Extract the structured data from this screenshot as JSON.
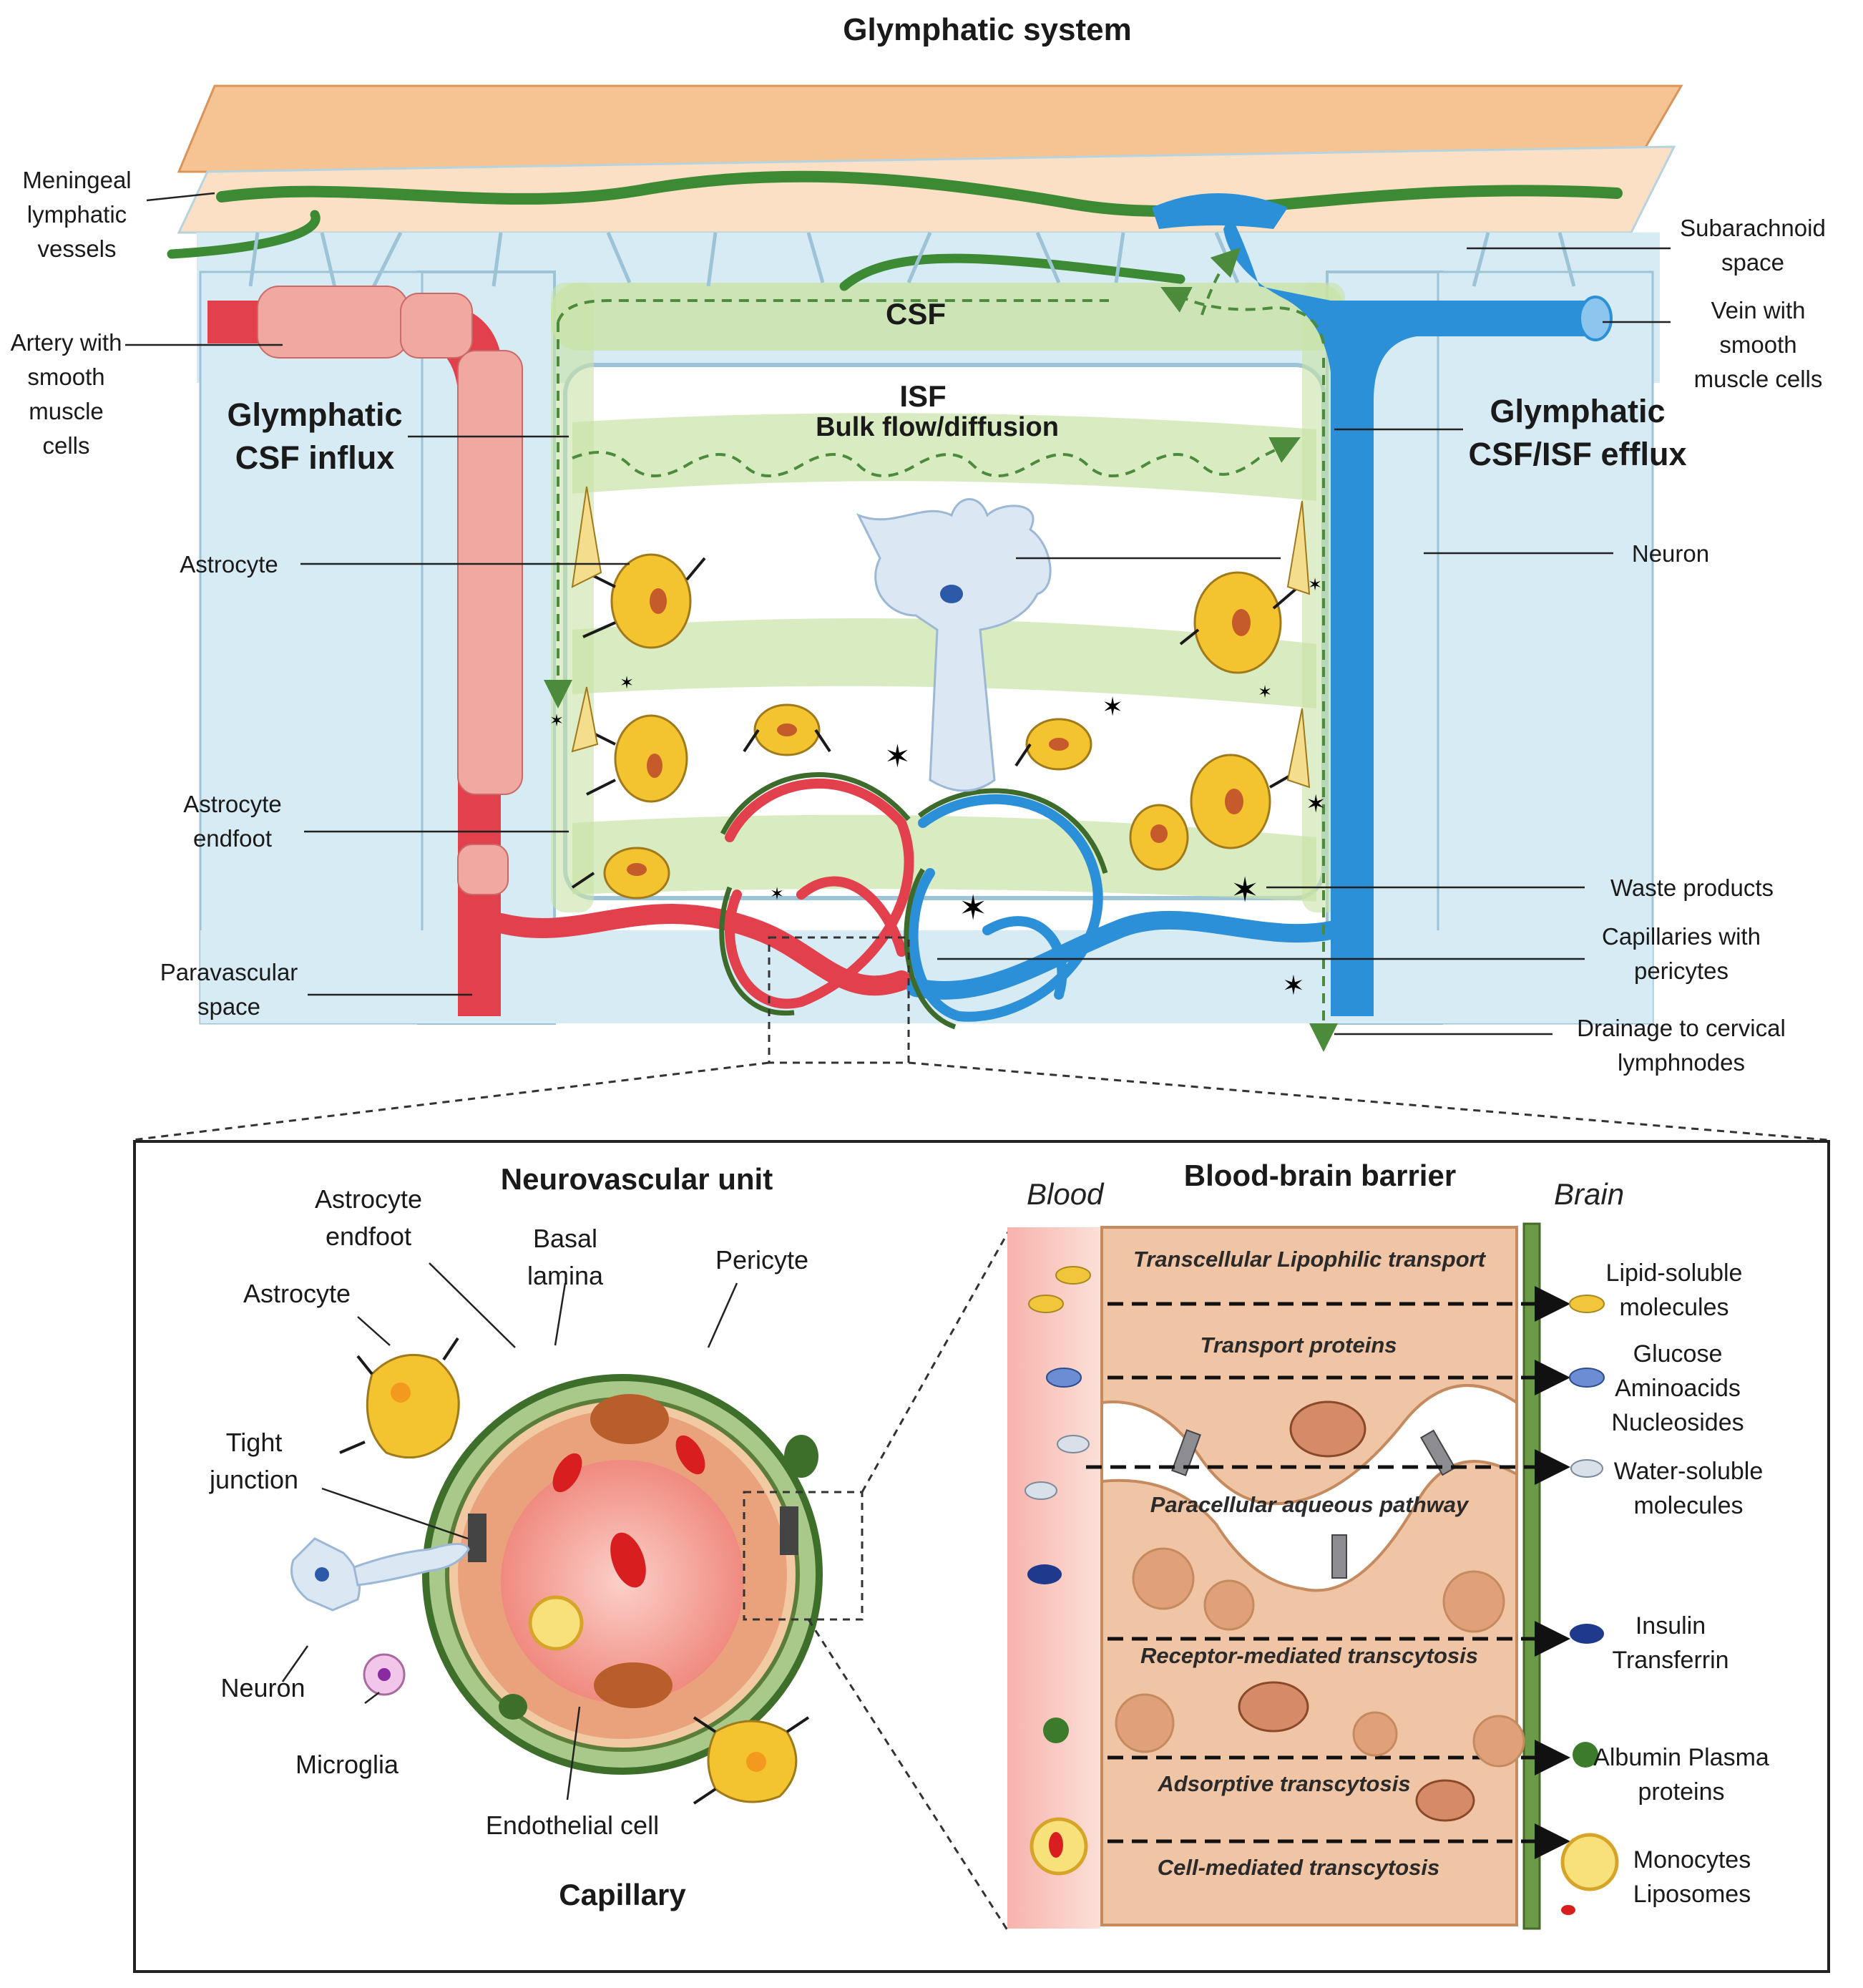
{
  "title": "Glymphatic system",
  "colors": {
    "dura": "#f6c392",
    "arachnoid": "#fbe0c6",
    "csf_space": "#cfe6f0",
    "csf_band": "#c9e2a6",
    "artery": "#e2404c",
    "artery_muscle": "#f0a8a0",
    "vein": "#2c90d8",
    "lymph_vessel": "#3c8a34",
    "astrocyte": "#f4c430",
    "neuron": "#dbe8f4",
    "flow_arrow": "#4c8a3c",
    "lumen": "#f5a39b",
    "bbb_cell": "#f0c5a5"
  },
  "top": {
    "labels": {
      "meningeal": "Meningeal lymphatic vessels",
      "artery": "Artery with smooth muscle cells",
      "subarachnoid": "Subarachnoid space",
      "vein": "Vein with smooth muscle cells",
      "influx": "Glymphatic CSF influx",
      "efflux": "Glymphatic CSF/ISF efflux",
      "astrocyte": "Astrocyte",
      "neuron": "Neuron",
      "endfoot": "Astrocyte endfoot",
      "waste": "Waste products",
      "capillaries": "Capillaries with pericytes",
      "paravascular": "Paravascular space",
      "drainage": "Drainage to cervical lymphnodes",
      "csf": "CSF",
      "isf": "ISF",
      "bulk": "Bulk flow/diffusion"
    }
  },
  "nvu": {
    "title": "Neurovascular unit",
    "caption": "Capillary",
    "labels": {
      "endfoot": "Astrocyte endfoot",
      "basal": "Basal lamina",
      "pericyte": "Pericyte",
      "astrocyte": "Astrocyte",
      "tight": "Tight junction",
      "neuron": "Neuron",
      "microglia": "Microglia",
      "endothelial": "Endothelial cell"
    }
  },
  "bbb": {
    "title": "Blood-brain barrier",
    "blood": "Blood",
    "brain": "Brain",
    "rows": [
      {
        "pathway": "Transcellular Lipophilic transport",
        "molecules": "Lipid-soluble molecules"
      },
      {
        "pathway": "Transport proteins",
        "molecules": "Glucose Aminoacids Nucleosides"
      },
      {
        "pathway": "Paracellular aqueous pathway",
        "molecules": "Water-soluble molecules"
      },
      {
        "pathway": "Receptor-mediated  transcytosis",
        "molecules": "Insulin Transferrin"
      },
      {
        "pathway": "Adsorptive transcytosis",
        "molecules": "Albumin Plasma proteins"
      },
      {
        "pathway": "Cell-mediated transcytosis",
        "molecules": "Monocytes Liposomes"
      }
    ]
  }
}
